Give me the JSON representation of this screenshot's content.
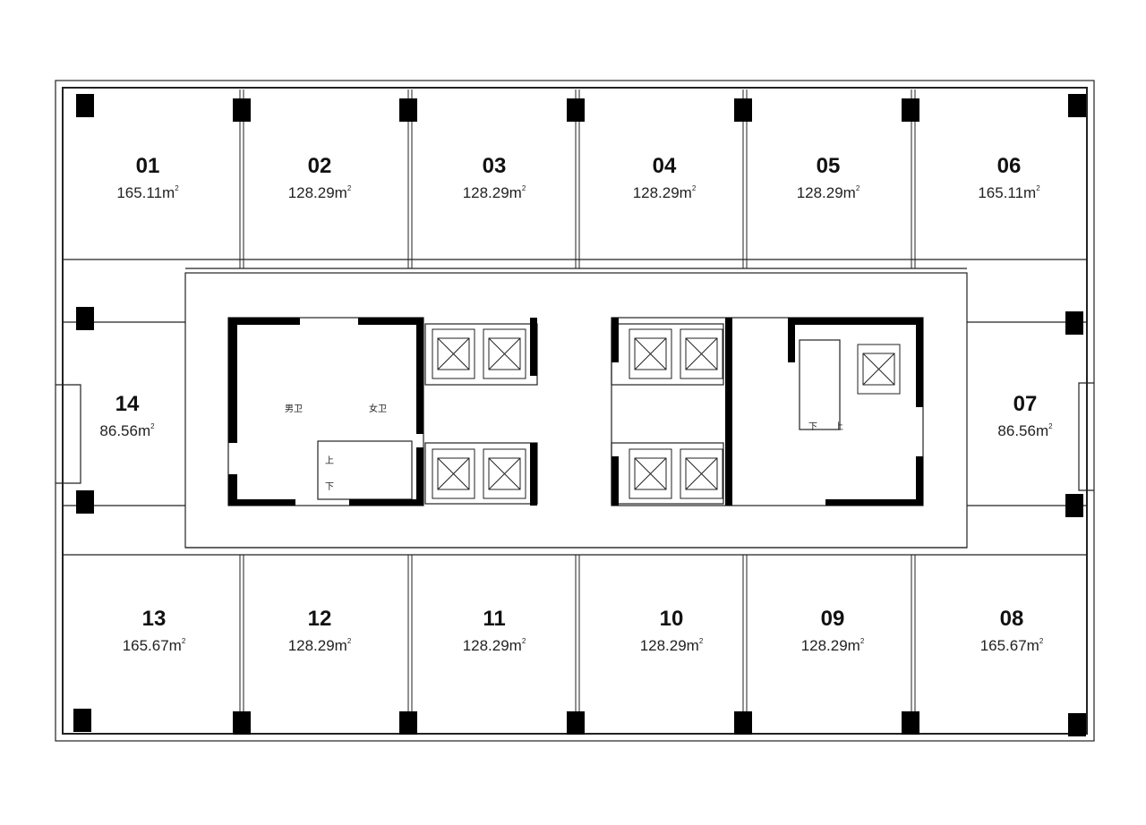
{
  "rooms": [
    {
      "number": "01",
      "area": "165.11m",
      "unit_sup": "2"
    },
    {
      "number": "02",
      "area": "128.29m",
      "unit_sup": "2"
    },
    {
      "number": "03",
      "area": "128.29m",
      "unit_sup": "2"
    },
    {
      "number": "04",
      "area": "128.29m",
      "unit_sup": "2"
    },
    {
      "number": "05",
      "area": "128.29m",
      "unit_sup": "2"
    },
    {
      "number": "06",
      "area": "165.11m",
      "unit_sup": "2"
    },
    {
      "number": "07",
      "area": "86.56m",
      "unit_sup": "2"
    },
    {
      "number": "08",
      "area": "165.67m",
      "unit_sup": "2"
    },
    {
      "number": "09",
      "area": "128.29m",
      "unit_sup": "2"
    },
    {
      "number": "10",
      "area": "128.29m",
      "unit_sup": "2"
    },
    {
      "number": "11",
      "area": "128.29m",
      "unit_sup": "2"
    },
    {
      "number": "12",
      "area": "128.29m",
      "unit_sup": "2"
    },
    {
      "number": "13",
      "area": "165.67m",
      "unit_sup": "2"
    },
    {
      "number": "14",
      "area": "86.56m",
      "unit_sup": "2"
    }
  ],
  "core": {
    "mens_restroom": "男卫",
    "womens_restroom": "女卫",
    "stair_left_up": "上",
    "stair_left_down": "下",
    "stair_right_down": "下",
    "stair_right_up": "上"
  }
}
